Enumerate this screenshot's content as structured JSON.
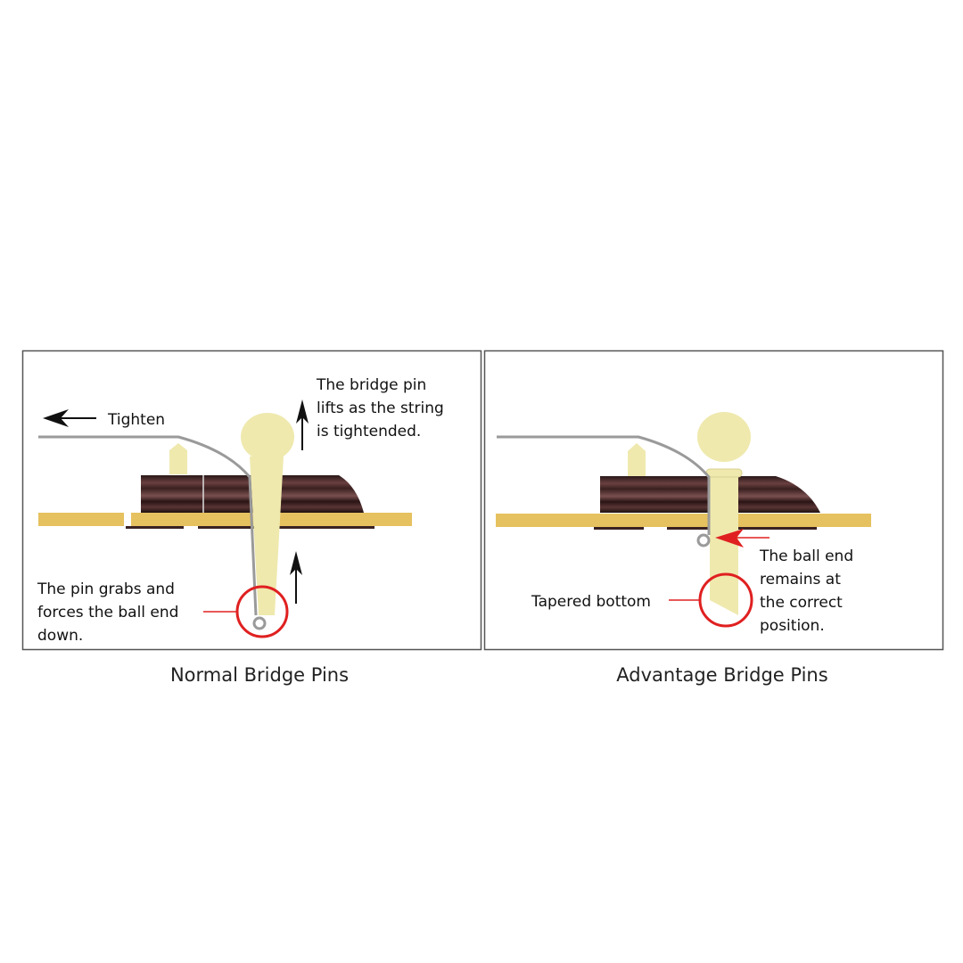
{
  "panels": [
    {
      "caption": "Normal Bridge Pins",
      "tighten_label": "Tighten",
      "lift_note": [
        "The bridge pin",
        "lifts as the string",
        "is tightended."
      ],
      "grab_note": [
        "The pin grabs and",
        "forces the ball end",
        "down."
      ]
    },
    {
      "caption": "Advantage Bridge Pins",
      "taper_label": "Tapered bottom",
      "ball_note": [
        "The ball end",
        "remains at",
        "the correct",
        "position."
      ]
    }
  ],
  "colors": {
    "plate": "#E6C15F",
    "pin": "#EFE9AE",
    "bridge": "#4A2A28",
    "string": "#9A9A9A",
    "highlight": "#E02020",
    "frame": "#555555"
  }
}
